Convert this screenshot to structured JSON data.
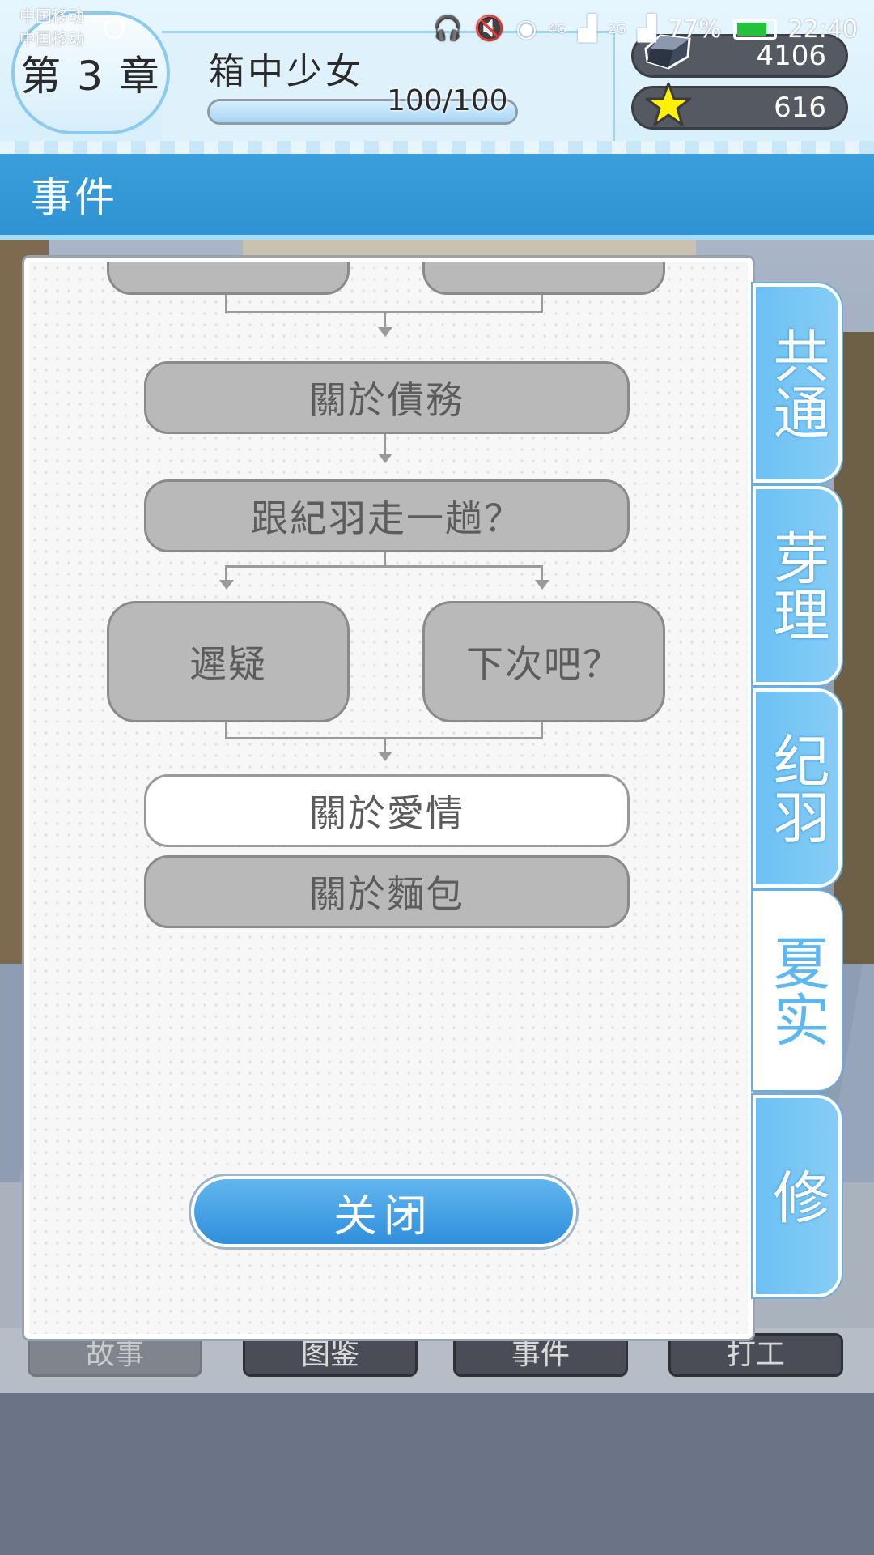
{
  "status_bar": {
    "carrier_1": "中国移动",
    "carrier_2": "中国移动",
    "network_1": "4G",
    "network_2": "2G",
    "battery": "77%",
    "time": "22:40"
  },
  "header": {
    "chapter": "第 3 章",
    "story_title": "箱中少女",
    "progress_text": "100/100",
    "progress_fraction": 1.0,
    "gems": "4106",
    "stars": "616"
  },
  "section": {
    "title": "事件"
  },
  "flowchart": {
    "nodes": {
      "debt": "關於債務",
      "go_with": "跟紀羽走一趟？",
      "hesitate": "遲疑",
      "next_time": "下次吧？",
      "love": "關於愛情",
      "bread": "關於麵包"
    },
    "close_label": "关闭"
  },
  "tabs": [
    {
      "label": "共通"
    },
    {
      "label": "芽理"
    },
    {
      "label": "纪羽"
    },
    {
      "label": "夏实",
      "selected": true
    },
    {
      "label": "修"
    }
  ],
  "bottom_nav": [
    "故事",
    "图鉴",
    "事件",
    "打工"
  ],
  "colors": {
    "header_bar": "#2f92d2",
    "tab_blue": "#6cc0f3",
    "node_gray": "#b9b9b9",
    "close_button": "#3a9ae2"
  }
}
